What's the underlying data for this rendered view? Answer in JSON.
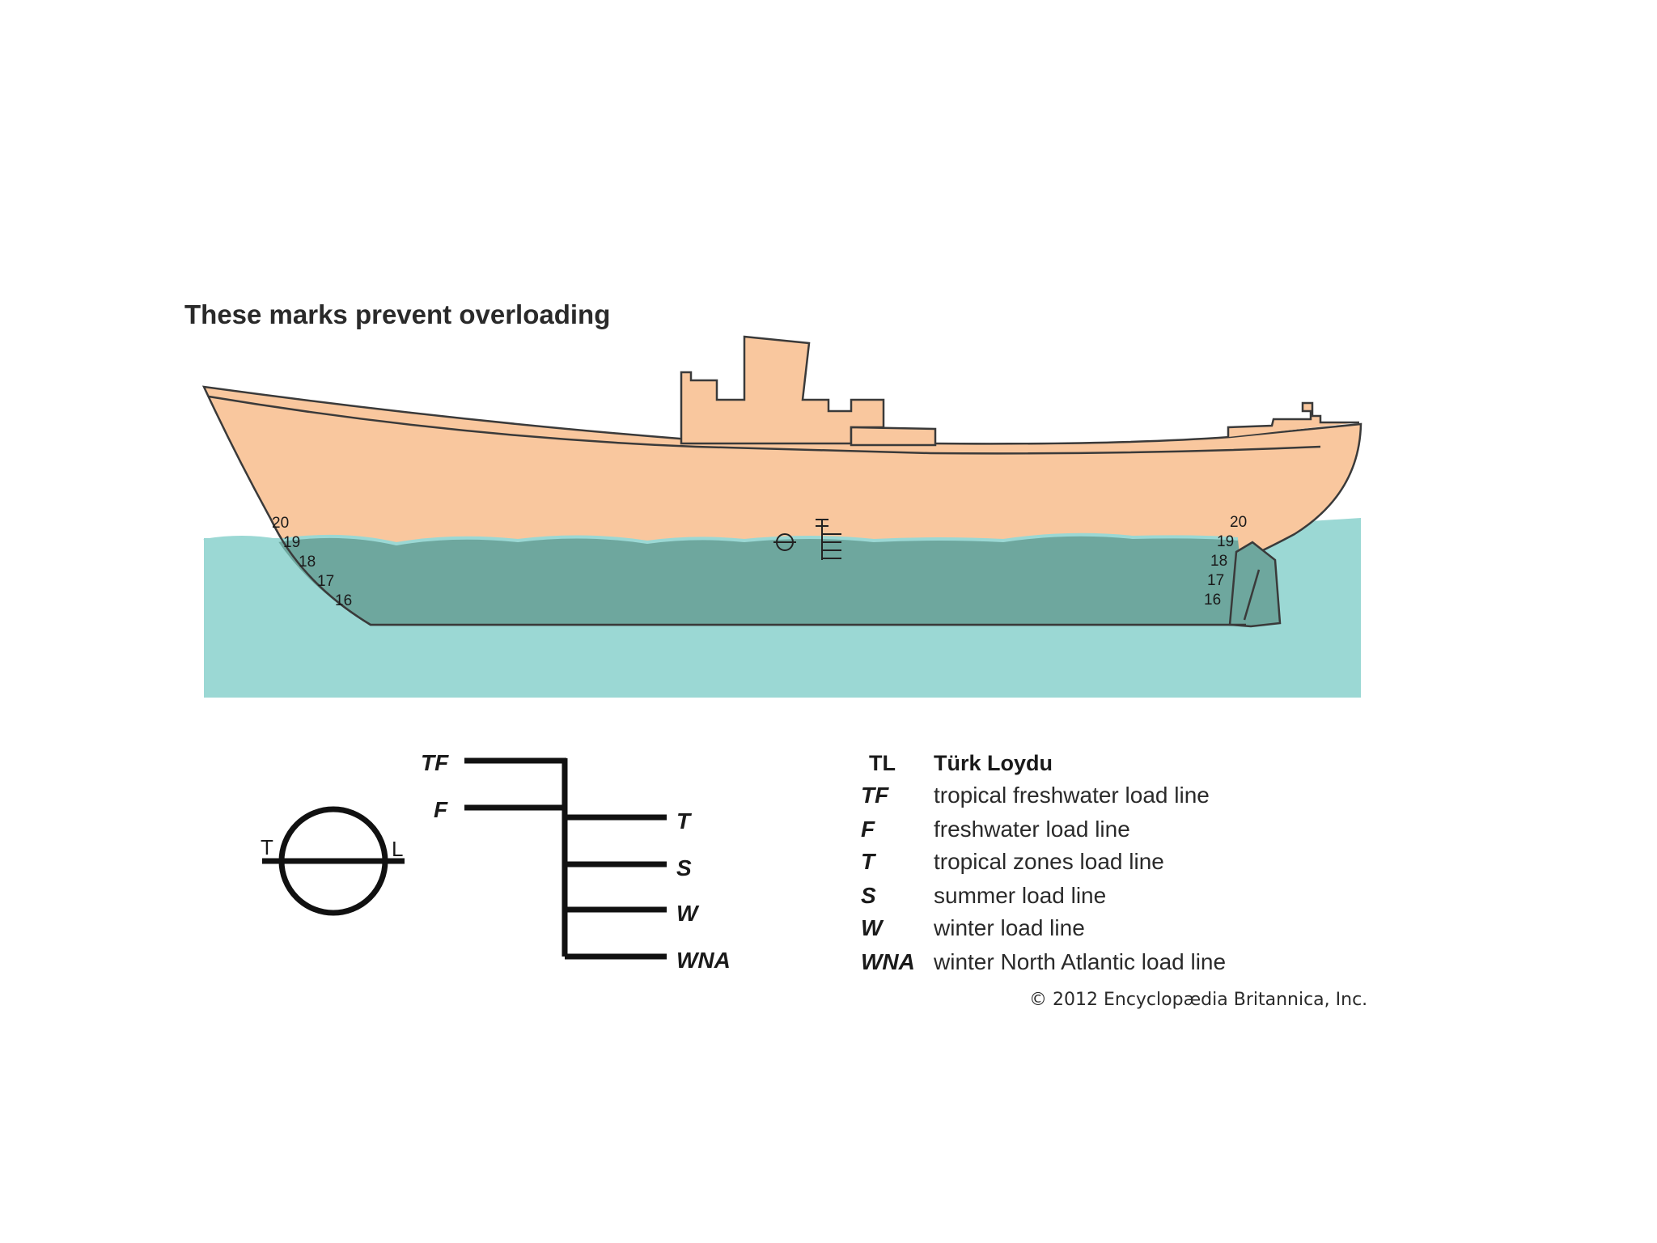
{
  "title": "These marks prevent overloading",
  "colors": {
    "hull": "#f9c79e",
    "hull_outline": "#3a3a3a",
    "water_light": "#9bd8d4",
    "water_dark": "#6ea79e",
    "ink": "#111111"
  },
  "draft_marks": {
    "bow": [
      "20",
      "19",
      "18",
      "17",
      "16"
    ],
    "stern": [
      "20",
      "19",
      "18",
      "17",
      "16"
    ]
  },
  "load_line_marks": {
    "left": [
      "TF",
      "F"
    ],
    "right": [
      "T",
      "S",
      "W",
      "WNA"
    ]
  },
  "plimsoll_disc": {
    "left_letter": "T",
    "right_letter": "L"
  },
  "legend": [
    {
      "abbr": "TL",
      "desc": "Türk Loydu"
    },
    {
      "abbr": "TF",
      "desc": "tropical freshwater load line"
    },
    {
      "abbr": "F",
      "desc": "freshwater load line"
    },
    {
      "abbr": "T",
      "desc": "tropical zones load line"
    },
    {
      "abbr": "S",
      "desc": "summer load line"
    },
    {
      "abbr": "W",
      "desc": "winter load line"
    },
    {
      "abbr": "WNA",
      "desc": "winter North Atlantic load line"
    }
  ],
  "credit": "© 2012 Encyclopædia Britannica, Inc."
}
